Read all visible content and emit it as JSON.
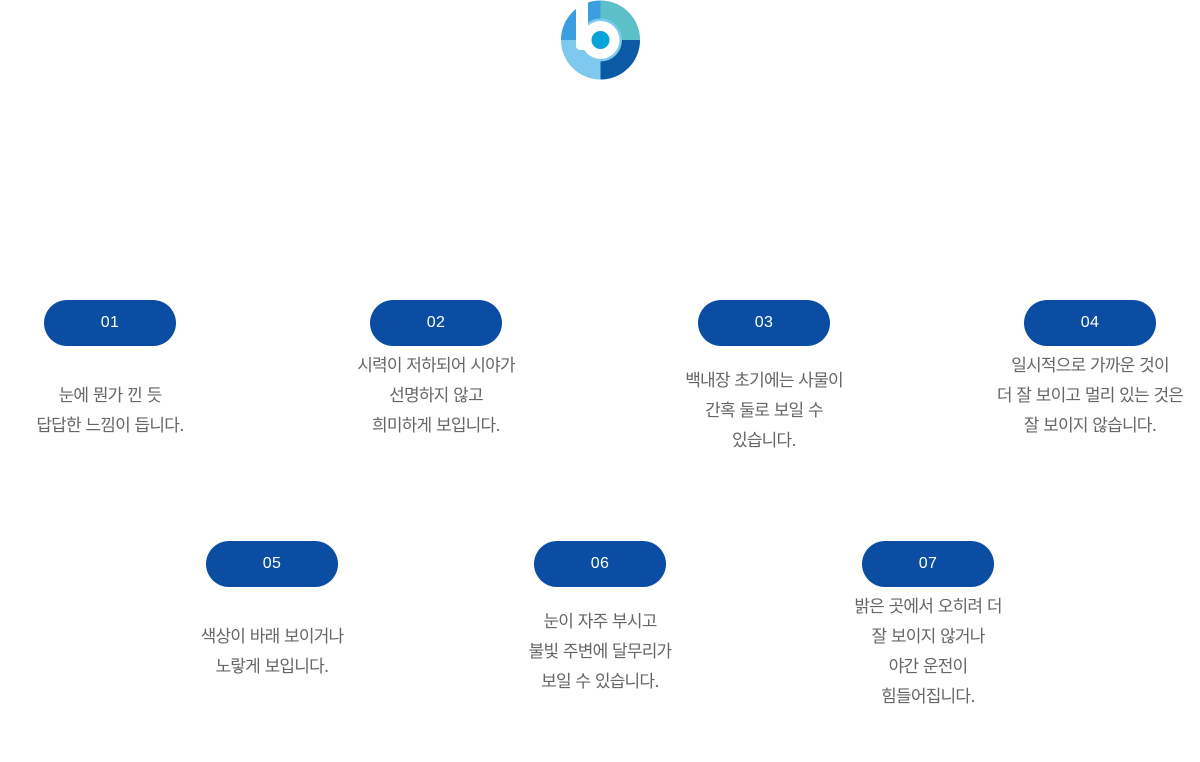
{
  "colors": {
    "badge_bg": "#0b4da2",
    "badge_text": "#ffffff",
    "desc_text": "#666666",
    "logo_dark": "#0a5aa5",
    "logo_mid": "#3a9ee0",
    "logo_light": "#7fc9ef",
    "logo_teal": "#5cc0c8",
    "logo_dot": "#0aa3d8"
  },
  "logo": {
    "icon": "brand-logo-icon"
  },
  "items": [
    {
      "badge": "01",
      "lines": [
        "눈에 뭔가 낀 듯",
        "답답한 느낌이 듭니다."
      ]
    },
    {
      "badge": "02",
      "lines": [
        "시력이 저하되어 시야가",
        "선명하지 않고",
        "희미하게 보입니다."
      ]
    },
    {
      "badge": "03",
      "lines": [
        "백내장 초기에는 사물이",
        "간혹 둘로 보일 수",
        "있습니다."
      ]
    },
    {
      "badge": "04",
      "lines": [
        "일시적으로 가까운 것이",
        "더 잘 보이고 멀리 있는 것은",
        "잘 보이지 않습니다."
      ]
    },
    {
      "badge": "05",
      "lines": [
        "색상이 바래 보이거나",
        "노랗게 보입니다."
      ]
    },
    {
      "badge": "06",
      "lines": [
        "눈이 자주 부시고",
        "불빛 주변에 달무리가",
        "보일 수 있습니다."
      ]
    },
    {
      "badge": "07",
      "lines": [
        "밝은 곳에서 오히려 더",
        "잘 보이지 않거나",
        "야간 운전이",
        "힘들어집니다."
      ]
    }
  ]
}
